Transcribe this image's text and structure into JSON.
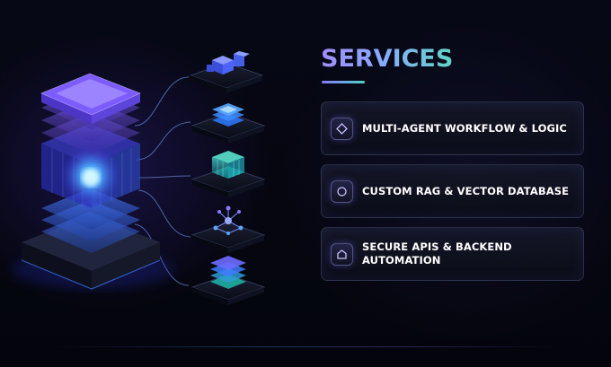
{
  "heading": "SERVICES",
  "services": [
    {
      "label": "MULTI-AGENT WORKFLOW & LOGIC",
      "icon": "diamond-icon"
    },
    {
      "label": "CUSTOM RAG & VECTOR DATABASE",
      "icon": "circle-icon"
    },
    {
      "label": "SECURE APIs & BACKEND AUTOMATION",
      "icon": "house-icon"
    }
  ],
  "illustration": {
    "main": "server-stack-icon",
    "nodes": [
      "cube-cluster-icon",
      "layered-chip-icon",
      "data-grid-icon",
      "network-graph-icon",
      "stacked-layers-icon"
    ]
  },
  "colors": {
    "background": "#05060f",
    "accent_purple": "#8a78ff",
    "accent_teal": "#4fd1c5",
    "accent_blue": "#3d7bff",
    "card_border": "#3a3e5c",
    "text": "#ffffff"
  }
}
